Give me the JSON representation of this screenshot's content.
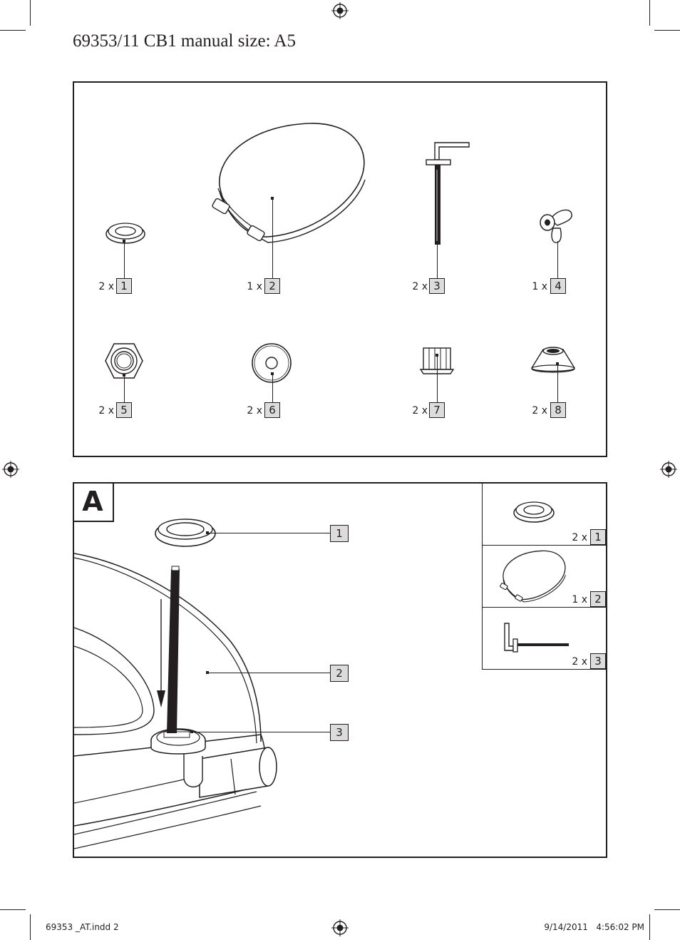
{
  "header": {
    "title": "69353/11 CB1 manual size: A5"
  },
  "parts": [
    {
      "qty": "2 x",
      "number": "1",
      "icon": "cup-washer-icon"
    },
    {
      "qty": "1 x",
      "number": "2",
      "icon": "toilet-seat-icon"
    },
    {
      "qty": "2 x",
      "number": "3",
      "icon": "l-bolt-icon"
    },
    {
      "qty": "1 x",
      "number": "4",
      "icon": "wing-nut-icon"
    },
    {
      "qty": "2 x",
      "number": "5",
      "icon": "hex-nut-icon"
    },
    {
      "qty": "2 x",
      "number": "6",
      "icon": "flat-washer-icon"
    },
    {
      "qty": "2 x",
      "number": "7",
      "icon": "expansion-sleeve-icon"
    },
    {
      "qty": "2 x",
      "number": "8",
      "icon": "cone-washer-icon"
    }
  ],
  "step": {
    "letter": "A",
    "callouts": [
      "1",
      "2",
      "3"
    ],
    "parts_used": [
      {
        "qty": "2 x",
        "number": "1",
        "icon": "cup-washer-icon"
      },
      {
        "qty": "1 x",
        "number": "2",
        "icon": "toilet-seat-icon"
      },
      {
        "qty": "2 x",
        "number": "3",
        "icon": "l-bolt-icon"
      }
    ]
  },
  "footer": {
    "file": "69353 _AT.indd   2",
    "timestamp": "9/14/2011   4:56:02 PM"
  }
}
